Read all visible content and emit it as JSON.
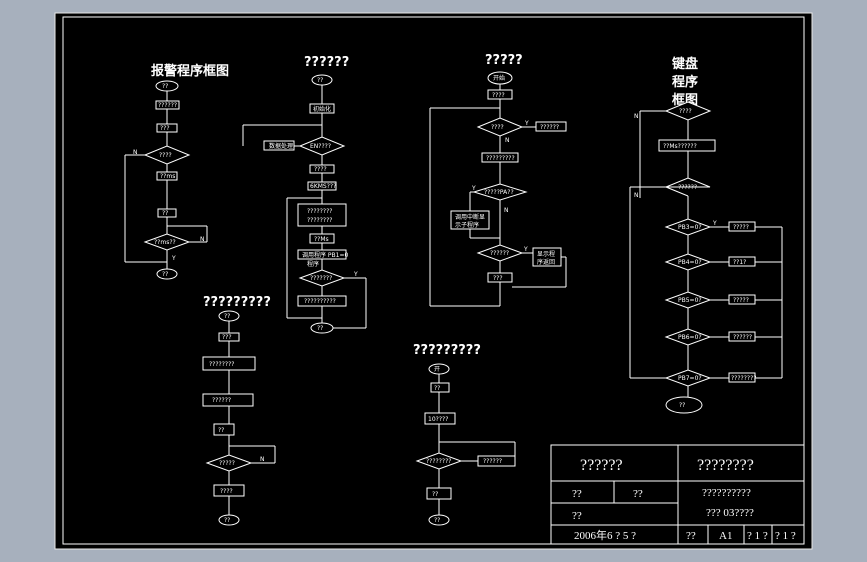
{
  "titles": {
    "alarm": "报警程序框图",
    "main": "??????",
    "display": "?????",
    "keyboard_1": "键盘",
    "keyboard_2": "程序",
    "keyboard_3": "框图",
    "sub1": "?????????",
    "sub2": "?????????"
  },
  "alarm_flow": {
    "start": "??",
    "step1": "??????",
    "step2": "???",
    "decision": "????",
    "no_label": "N",
    "step3": "??ms",
    "step4": "??",
    "decision2": "??ms??",
    "n_label": "N",
    "end": "??",
    "y_label": "Y"
  },
  "main_flow": {
    "start": "??",
    "init": "初始化",
    "left_box": "数据处理",
    "decision": "EN????",
    "step1": "????",
    "step2": "6KMS???",
    "box1": "????????",
    "box2": "????????",
    "step3": "??Ms",
    "step4a": "调用程序 PB1=0",
    "step4b": "程序",
    "decision2": "???????",
    "y_label": "Y",
    "box3": "??????????",
    "end": "??"
  },
  "display_flow": {
    "start": "开始",
    "step1": "????",
    "decision": "????",
    "y_label": "Y",
    "n_label": "N",
    "side_box": "??????",
    "box1": "?????????",
    "decision2": "?????PA??",
    "y2_label": "Y",
    "n2_label": "N",
    "left_box_1": "调用中断显",
    "left_box_2": "示子程序",
    "decision3": "??????",
    "y3_label": "Y",
    "right_box_1": "显示程",
    "right_box_2": "序返回",
    "box2": "???"
  },
  "keyboard_flow": {
    "n_label": "N",
    "decision": "????",
    "box1": "??Ms??????",
    "decision2": "??????",
    "d1": "PB3=0?",
    "d2": "PB4=0?",
    "d3": "PB5=0?",
    "d4": "PB6=0?",
    "d5": "PB7=0?",
    "b1": "?????",
    "b2": "??1?",
    "b3": "?????",
    "b4": "??????",
    "b5": "????????",
    "y_label": "Y",
    "n_label2": "N",
    "end": "??"
  },
  "sub1_flow": {
    "start": "??",
    "step1": "???",
    "step2": "????????",
    "step3": "??????",
    "step4": "??",
    "decision": "?????",
    "n_label": "N",
    "step5": "????",
    "end": "??"
  },
  "sub2_flow": {
    "start": "开",
    "step1": "??",
    "step2": "10????",
    "decision": "????????",
    "side": "??????",
    "step3": "??",
    "end": "??"
  },
  "title_block": {
    "name": "??????",
    "drawing": "????????",
    "designed": "??",
    "checked": "??",
    "approved": "??",
    "project": "??????????",
    "code": "???  03????",
    "date": "2006年6 ? 5 ?",
    "scale": "??",
    "format": "A1",
    "sheet": "? 1 ?",
    "sheets": "? 1 ?"
  }
}
